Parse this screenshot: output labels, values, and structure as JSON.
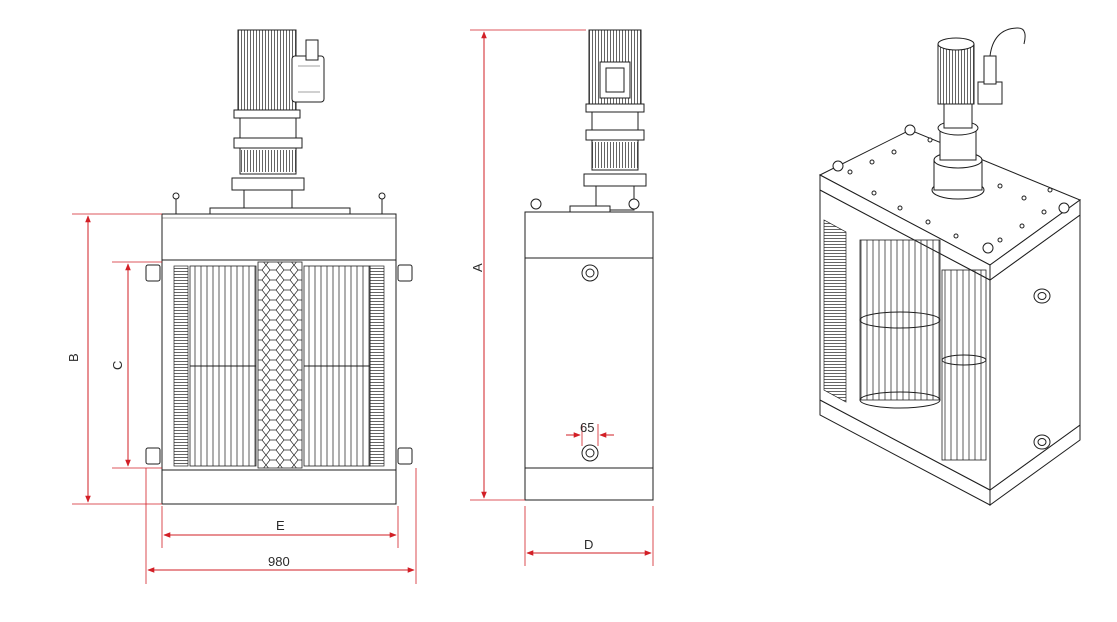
{
  "drawing": {
    "dimensions": {
      "overall_height": "A",
      "frame_height": "B",
      "screen_height": "C",
      "depth": "D",
      "inner_width": "E",
      "overall_width": "980",
      "port_offset": "65"
    }
  },
  "colors": {
    "dimension_line": "#d21f26",
    "drawing_line": "#1f1f1f",
    "background": "#ffffff"
  }
}
